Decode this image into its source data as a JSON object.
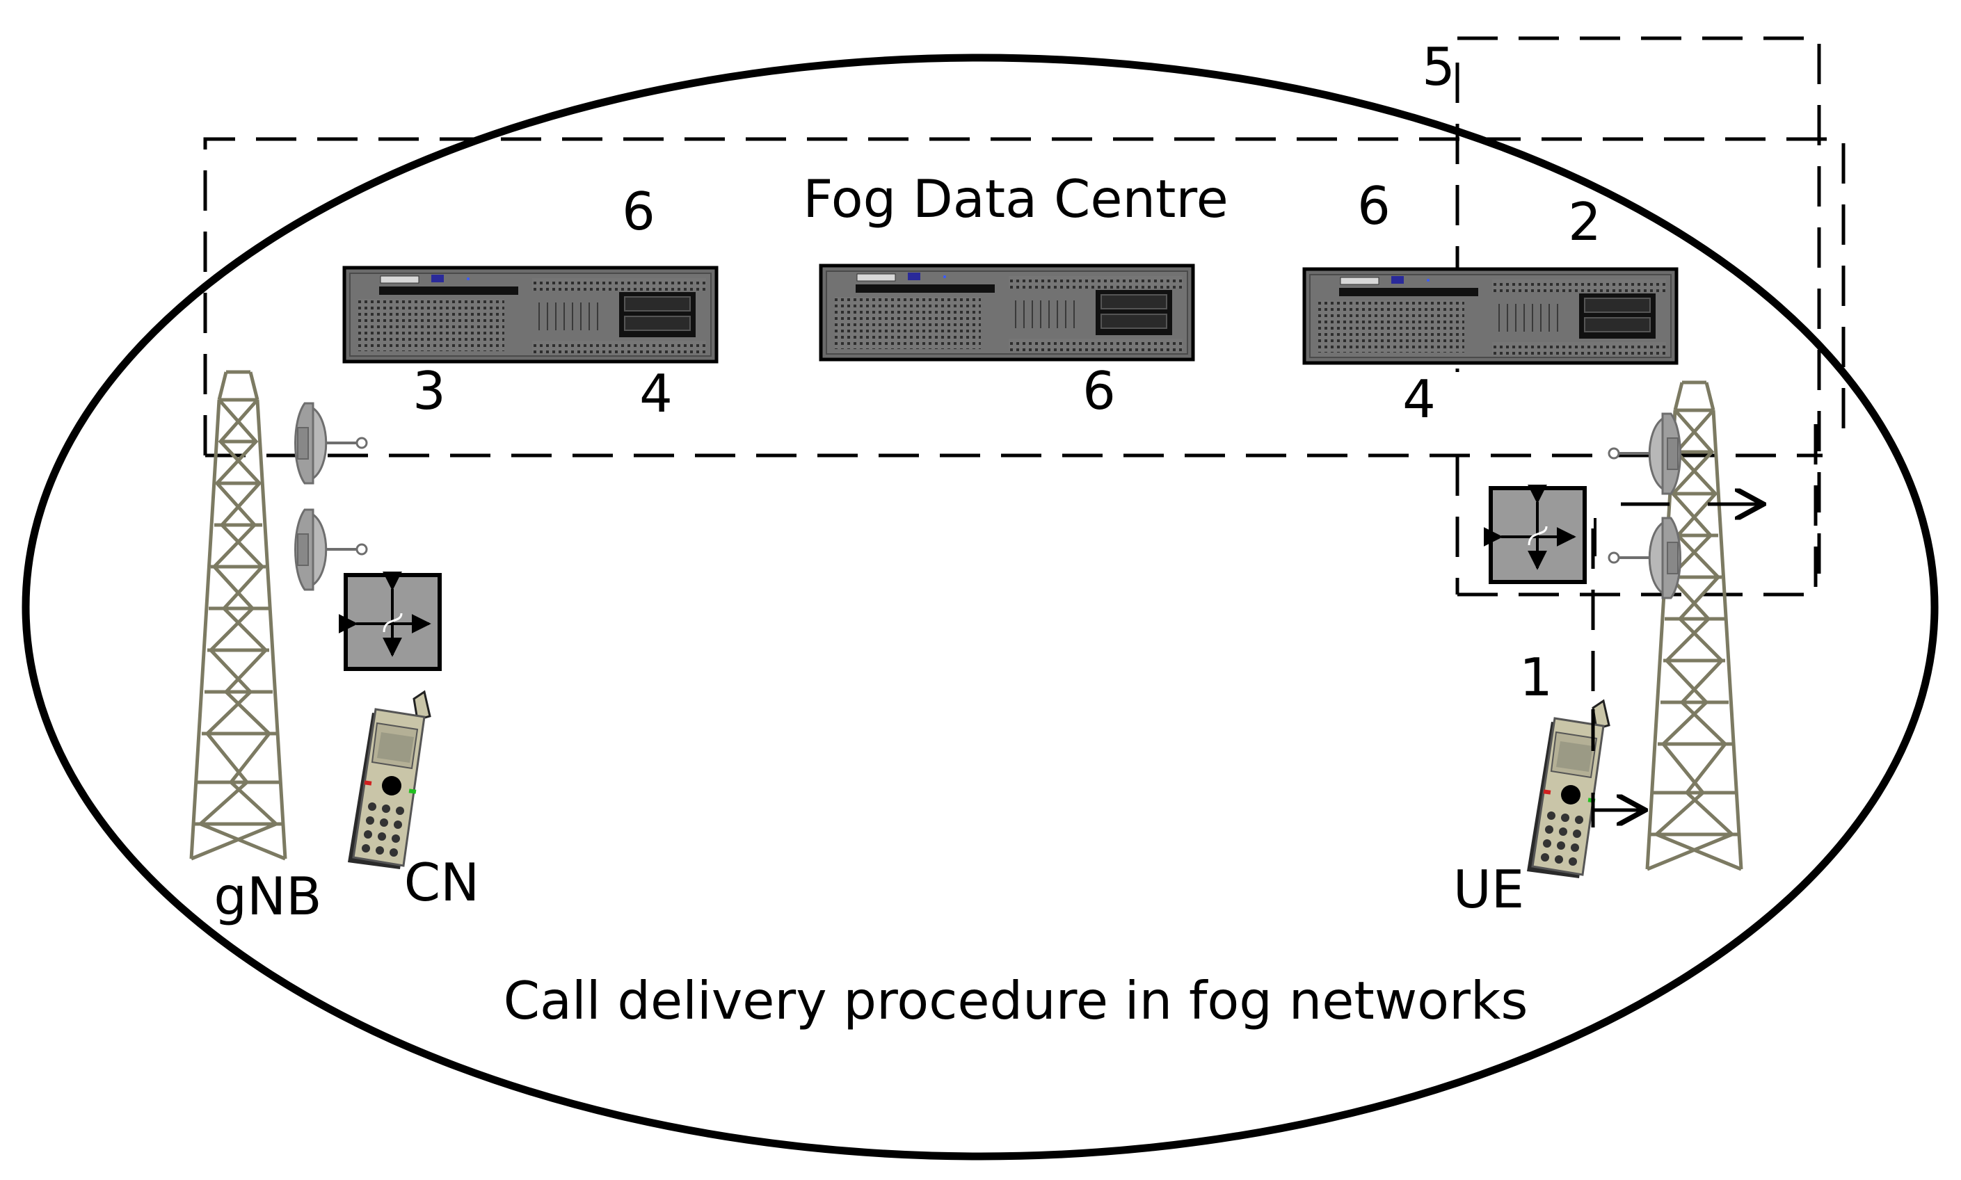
{
  "diagram": {
    "caption": "Call delivery procedure in fog networks",
    "region_label": "Fog Data Centre",
    "nodes": {
      "gnb_label": "gNB",
      "cn_label": "CN",
      "ue_label": "UE"
    },
    "step_labels": {
      "s1": "1",
      "s2": "2",
      "s3": "3",
      "s4_left": "4",
      "s4_right": "4",
      "s5": "5",
      "s6_left": "6",
      "s6_right": "6",
      "s6_mid": "6"
    }
  },
  "colors": {
    "tower": "#7c7a62",
    "server_body": "#6b6b6b",
    "router": "#9a9a9a",
    "phone": "#c9c5a8"
  }
}
